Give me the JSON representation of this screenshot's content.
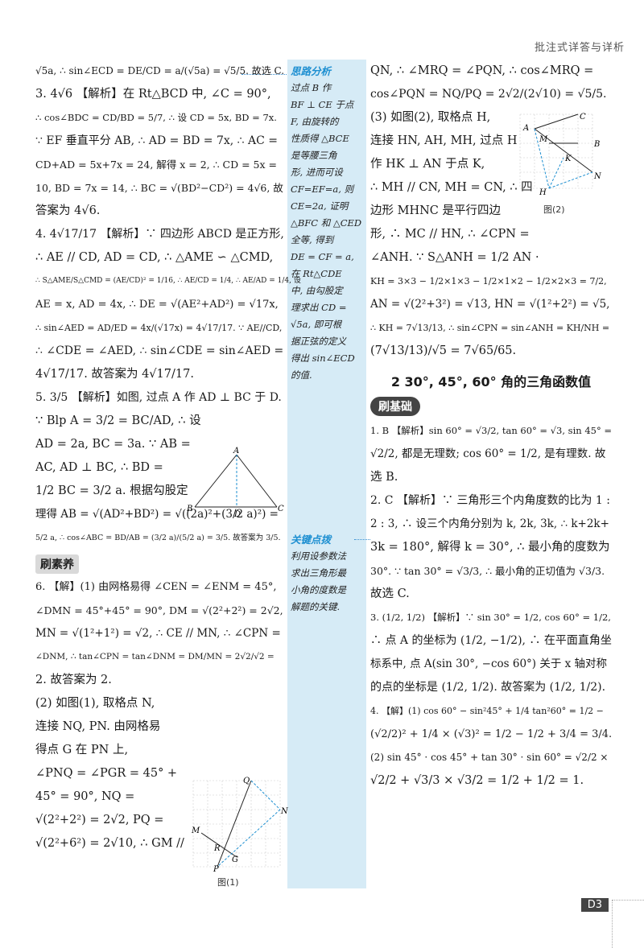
{
  "header": "批注式详答与详析",
  "left": [
    "√5a, ∴ sin∠ECD = DE/CD = a/(√5a) = √5/5. 故选 C.",
    "3. 4√6  【解析】在 Rt△BCD 中, ∠C = 90°,",
    "∴ cos∠BDC = CD/BD = 5/7, ∴ 设 CD = 5x, BD = 7x.",
    "∵ EF 垂直平分 AB, ∴ AD = BD = 7x, ∴ AC =",
    "CD+AD = 5x+7x = 24, 解得 x = 2, ∴ CD = 5x =",
    "10, BD = 7x = 14, ∴ BC = √(BD²−CD²) = 4√6, 故",
    "答案为 4√6.",
    "4. 4√17/17  【解析】∵ 四边形 ABCD 是正方形,",
    "∴ AE // CD, AD = CD, ∴ △AME ∽ △CMD,",
    "∴ S△AME/S△CMD = (AE/CD)² = 1/16, ∴ AE/CD = 1/4, ∴ AE/AD = 1/4, 设",
    "AE = x, AD = 4x, ∴ DE = √(AE²+AD²) = √17x,",
    "∴ sin∠AED = AD/ED = 4x/(√17x) = 4√17/17. ∵ AE//CD,",
    "∴ ∠CDE = ∠AED, ∴ sin∠CDE = sin∠AED =",
    "4√17/17. 故答案为 4√17/17.",
    "5. 3/5  【解析】如图, 过点 A 作 AD ⊥ BC 于 D.",
    "∵ Blp A = 3/2 = BC/AD, ∴ 设",
    "AD = 2a, BC = 3a. ∵ AB =",
    "AC, AD ⊥ BC, ∴ BD =",
    "1/2 BC = 3/2 a. 根据勾股定",
    "理得 AB = √(AD²+BD²) = √((2a)²+(3/2 a)²) =",
    "5/2 a, ∴ cos∠ABC = BD/AB = (3/2 a)/(5/2 a) = 3/5. 故答案为 3/5.",
    "6. 【解】(1) 由网格易得 ∠CEN = ∠ENM = 45°,",
    "∠DMN = 45°+45° = 90°, DM = √(2²+2²) = 2√2,",
    "MN = √(1²+1²) = √2, ∴ CE // MN, ∴ ∠CPN =",
    "∠DNM, ∴ tan∠CPN = tan∠DNM = DM/MN = 2√2/√2 =",
    "2. 故答案为 2.",
    "(2) 如图(1), 取格点 N,",
    "连接 NQ, PN. 由网格易",
    "得点 G 在 PN 上,",
    "∠PNQ = ∠PGR = 45° +",
    "45° = 90°, NQ =",
    "√(2²+2²) = 2√2, PQ =",
    "√(2²+6²) = 2√10, ∴ GM //"
  ],
  "left_tag": "刷素养",
  "notes": {
    "n1_title": "思路分析",
    "n1_body": [
      "过点 B 作",
      "BF ⊥ CE 于点",
      "F, 由旋转的",
      "性质得 △BCE",
      "是等腰三角",
      "形, 进而可设",
      "CF=EF=a, 则",
      "CE=2a, 证明",
      "△BFC 和 △CED",
      "全等, 得到",
      "DE = CF = a,",
      "在 Rt△CDE",
      "中, 由勾股定",
      "理求出 CD =",
      "√5a, 即可根",
      "据正弦的定义",
      "得出 sin∠ECD",
      "的值."
    ],
    "n2_title": "关键点拨",
    "n2_body": [
      "利用设参数法",
      "求出三角形最",
      "小角的度数是",
      "解题的关键."
    ]
  },
  "right": [
    "QN, ∴ ∠MRQ = ∠PQN, ∴ cos∠MRQ =",
    "cos∠PQN = NQ/PQ = 2√2/(2√10) = √5/5.",
    "(3) 如图(2), 取格点 H,",
    "连接 HN, AH, MH, 过点 H",
    "作 HK ⊥ AN 于点 K,",
    "∴ MH // CN, MH = CN, ∴ 四",
    "边形 MHNC 是平行四边",
    "形, ∴ MC // HN, ∴ ∠CPN =",
    "∠ANH. ∵ S△ANH = 1/2 AN ·",
    "KH = 3×3 − 1/2×1×3 − 1/2×1×2 − 1/2×2×3 = 7/2,",
    "AN = √(2²+3²) = √13, HN = √(1²+2²) = √5,",
    "∴ KH = 7√13/13, ∴ sin∠CPN = sin∠ANH = KH/NH =",
    "(7√13/13)/√5 = 7√65/65."
  ],
  "section": "2   30°, 45°, 60° 角的三角函数值",
  "right_tag": "刷基础",
  "right2": [
    "1. B  【解析】sin 60° = √3/2, tan 60° = √3, sin 45° =",
    "√2/2, 都是无理数; cos 60° = 1/2, 是有理数. 故",
    "选 B.",
    "2. C  【解析】∵ 三角形三个内角度数的比为 1 :",
    "2 : 3, ∴ 设三个内角分别为 k, 2k, 3k, ∴ k+2k+",
    "3k = 180°, 解得 k = 30°, ∴ 最小角的度数为",
    "30°. ∵ tan 30° = √3/3, ∴ 最小角的正切值为 √3/3.",
    "故选 C.",
    "3. (1/2, 1/2)  【解析】∵ sin 30° = 1/2, cos 60° = 1/2,",
    "∴ 点 A 的坐标为 (1/2, −1/2), ∴ 在平面直角坐",
    "标系中, 点 A(sin 30°, −cos 60°) 关于 x 轴对称",
    "的点的坐标是 (1/2, 1/2). 故答案为 (1/2, 1/2).",
    "4. 【解】(1) cos 60° − sin²45° + 1/4 tan²60° = 1/2 −",
    "(√2/2)² + 1/4 × (√3)² = 1/2 − 1/2 + 3/4 = 3/4.",
    "(2) sin 45° · cos 45° + tan 30° · sin 60° = √2/2 ×",
    "√2/2 + √3/3 × √3/2 = 1/2 + 1/2 = 1."
  ],
  "fig_tri_labels": [
    "A",
    "B",
    "D",
    "C"
  ],
  "fig1_caption": "图(1)",
  "fig1_labels": [
    "Q",
    "N",
    "M",
    "R",
    "G",
    "P"
  ],
  "fig2_caption": "图(2)",
  "fig2_labels": [
    "C",
    "A",
    "M",
    "B",
    "K",
    "N",
    "H"
  ],
  "page_number": "D3"
}
